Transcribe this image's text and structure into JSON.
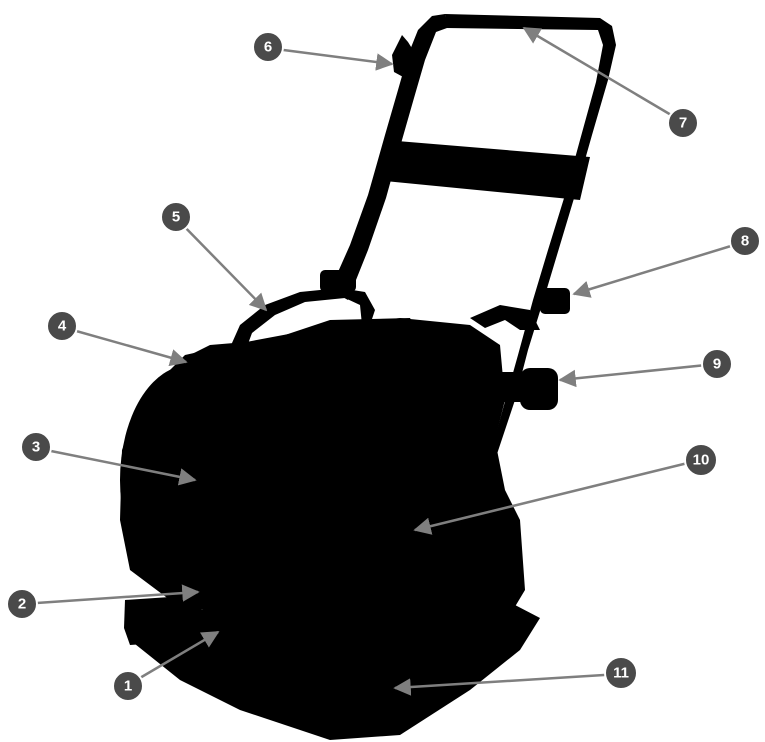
{
  "diagram": {
    "colors": {
      "silhouette": "#000000",
      "callout_fill": "#4a4a4a",
      "callout_outline": "#ffffff",
      "leader_line": "#7f7f7f",
      "callout_text": "#ffffff"
    },
    "callouts": [
      {
        "id": "1",
        "label": "1"
      },
      {
        "id": "2",
        "label": "2"
      },
      {
        "id": "3",
        "label": "3"
      },
      {
        "id": "4",
        "label": "4"
      },
      {
        "id": "5",
        "label": "5"
      },
      {
        "id": "6",
        "label": "6"
      },
      {
        "id": "7",
        "label": "7"
      },
      {
        "id": "8",
        "label": "8"
      },
      {
        "id": "9",
        "label": "9"
      },
      {
        "id": "10",
        "label": "10"
      },
      {
        "id": "11",
        "label": "11"
      }
    ]
  }
}
